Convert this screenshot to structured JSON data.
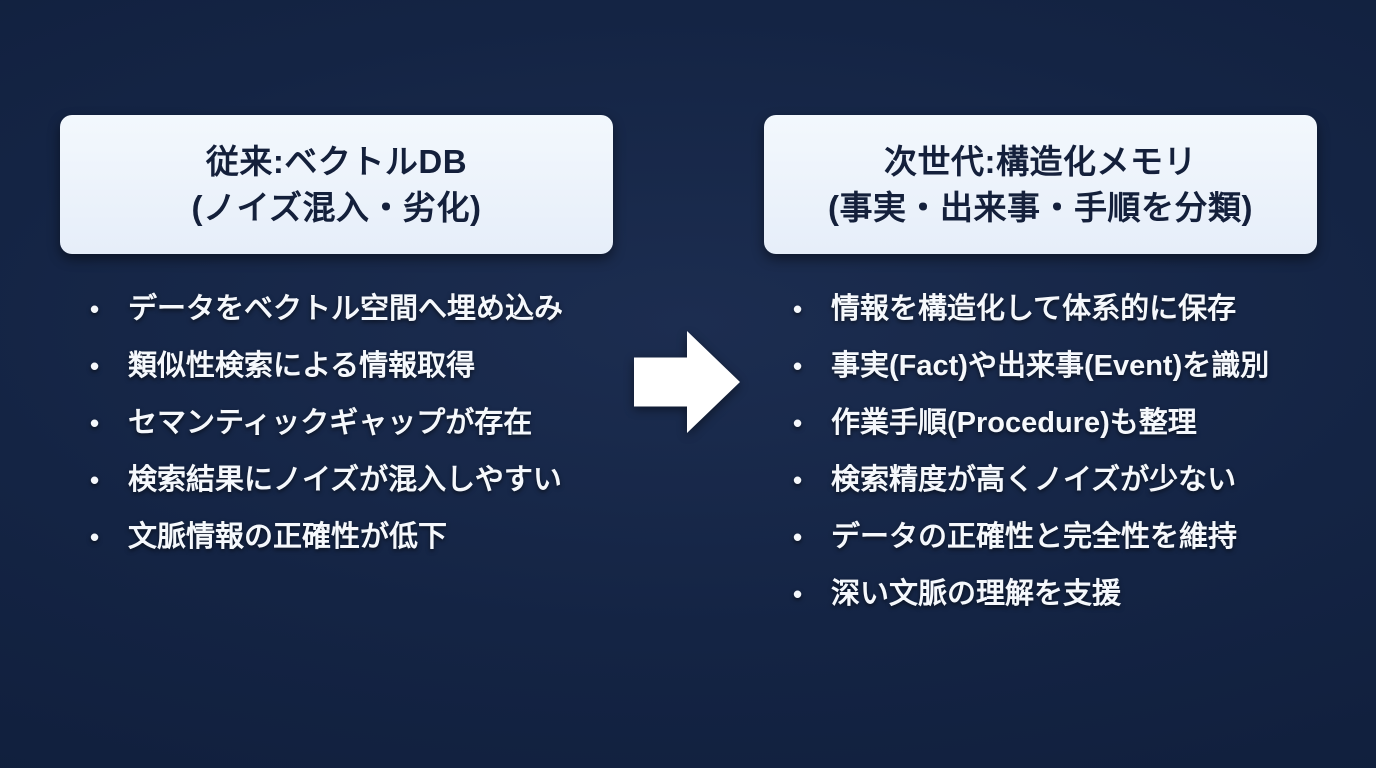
{
  "slide": {
    "left_panel": {
      "title_line1": "従来:ベクトルDB",
      "title_line2": "(ノイズ混入・劣化)",
      "bullets": [
        "データをベクトル空間へ埋め込み",
        "類似性検索による情報取得",
        "セマンティックギャップが存在",
        "検索結果にノイズが混入しやすい",
        "文脈情報の正確性が低下"
      ]
    },
    "right_panel": {
      "title_line1": "次世代:構造化メモリ",
      "title_line2": "(事実・出来事・手順を分類)",
      "bullets": [
        "情報を構造化して体系的に保存",
        "事実(Fact)や出来事(Event)を識別",
        "作業手順(Procedure)も整理",
        "検索精度が高くノイズが少ない",
        "データの正確性と完全性を維持",
        "深い文脈の理解を支援"
      ]
    },
    "arrow": {
      "icon": "right-arrow",
      "color": "#ffffff"
    },
    "colors": {
      "background_center": "#1c2d50",
      "background_edge": "#0e1c38",
      "box_background": "#eaf2fb",
      "box_text": "#14203b",
      "bullet_text": "#f5f8fc"
    }
  }
}
